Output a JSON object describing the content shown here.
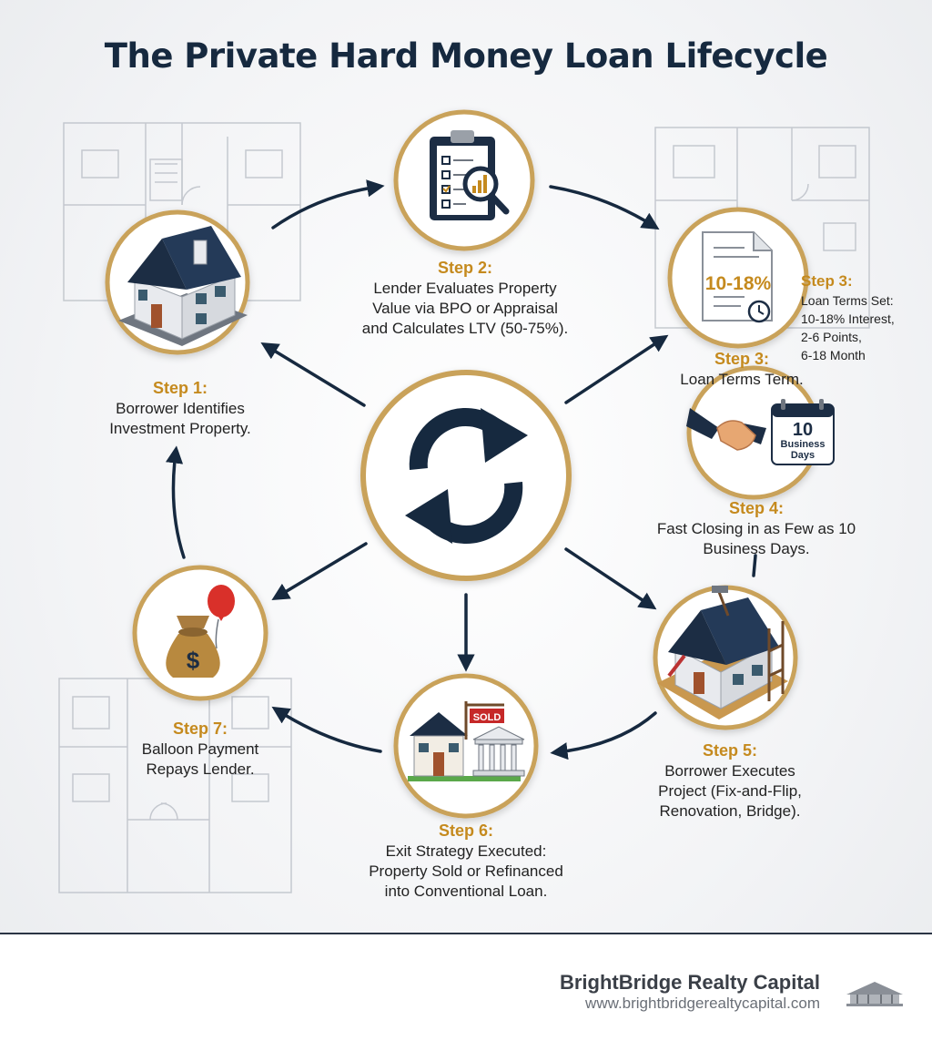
{
  "title": "The Private Hard Money Loan Lifecycle",
  "steps": [
    {
      "label": "Step 1:",
      "desc": "Borrower Identifies Investment Property."
    },
    {
      "label": "Step 2:",
      "desc": "Lender Evaluates Property Value via BPO or Appraisal and Calculates LTV (50-75%)."
    },
    {
      "label": "Step 3:",
      "desc": "Loan Terms Term."
    },
    {
      "label": "Step 4:",
      "desc": "Fast Closing in as Few as 10 Business Days."
    },
    {
      "label": "Step 5:",
      "desc": "Borrower Executes Project (Fix-and-Flip, Renovation, Bridge)."
    },
    {
      "label": "Step 6:",
      "desc": "Exit Strategy Executed: Property Sold or Refinanced into Conventional Loan."
    },
    {
      "label": "Step 7:",
      "desc": "Balloon Payment Repays Lender."
    }
  ],
  "step3_detail": {
    "label": "Step 3:",
    "line1": "Loan Terms Set:",
    "line2": "10-18% Interest,",
    "line3": "2-6 Points,",
    "line4": "6-18 Month"
  },
  "icons": {
    "step1": "house-icon",
    "step2": "clipboard-magnifier-icon",
    "step3": "loan-document-icon",
    "step4": "handshake-calendar-icon",
    "step5": "house-renovation-icon",
    "step6": "sold-house-bank-icon",
    "step7": "money-bag-balloon-icon",
    "center": "cycle-arrows-icon"
  },
  "doc_rate": "10-18%",
  "calendar_number": "10",
  "calendar_line1": "Business",
  "calendar_line2": "Days",
  "sold_sign": "SOLD",
  "bag_symbol": "$",
  "brand": {
    "name": "BrightBridge Realty Capital",
    "url": "www.brightbridgerealtycapital.com"
  },
  "colors": {
    "navy": "#16293f",
    "gold": "#c58a1e",
    "ring": "#c9a25a"
  }
}
